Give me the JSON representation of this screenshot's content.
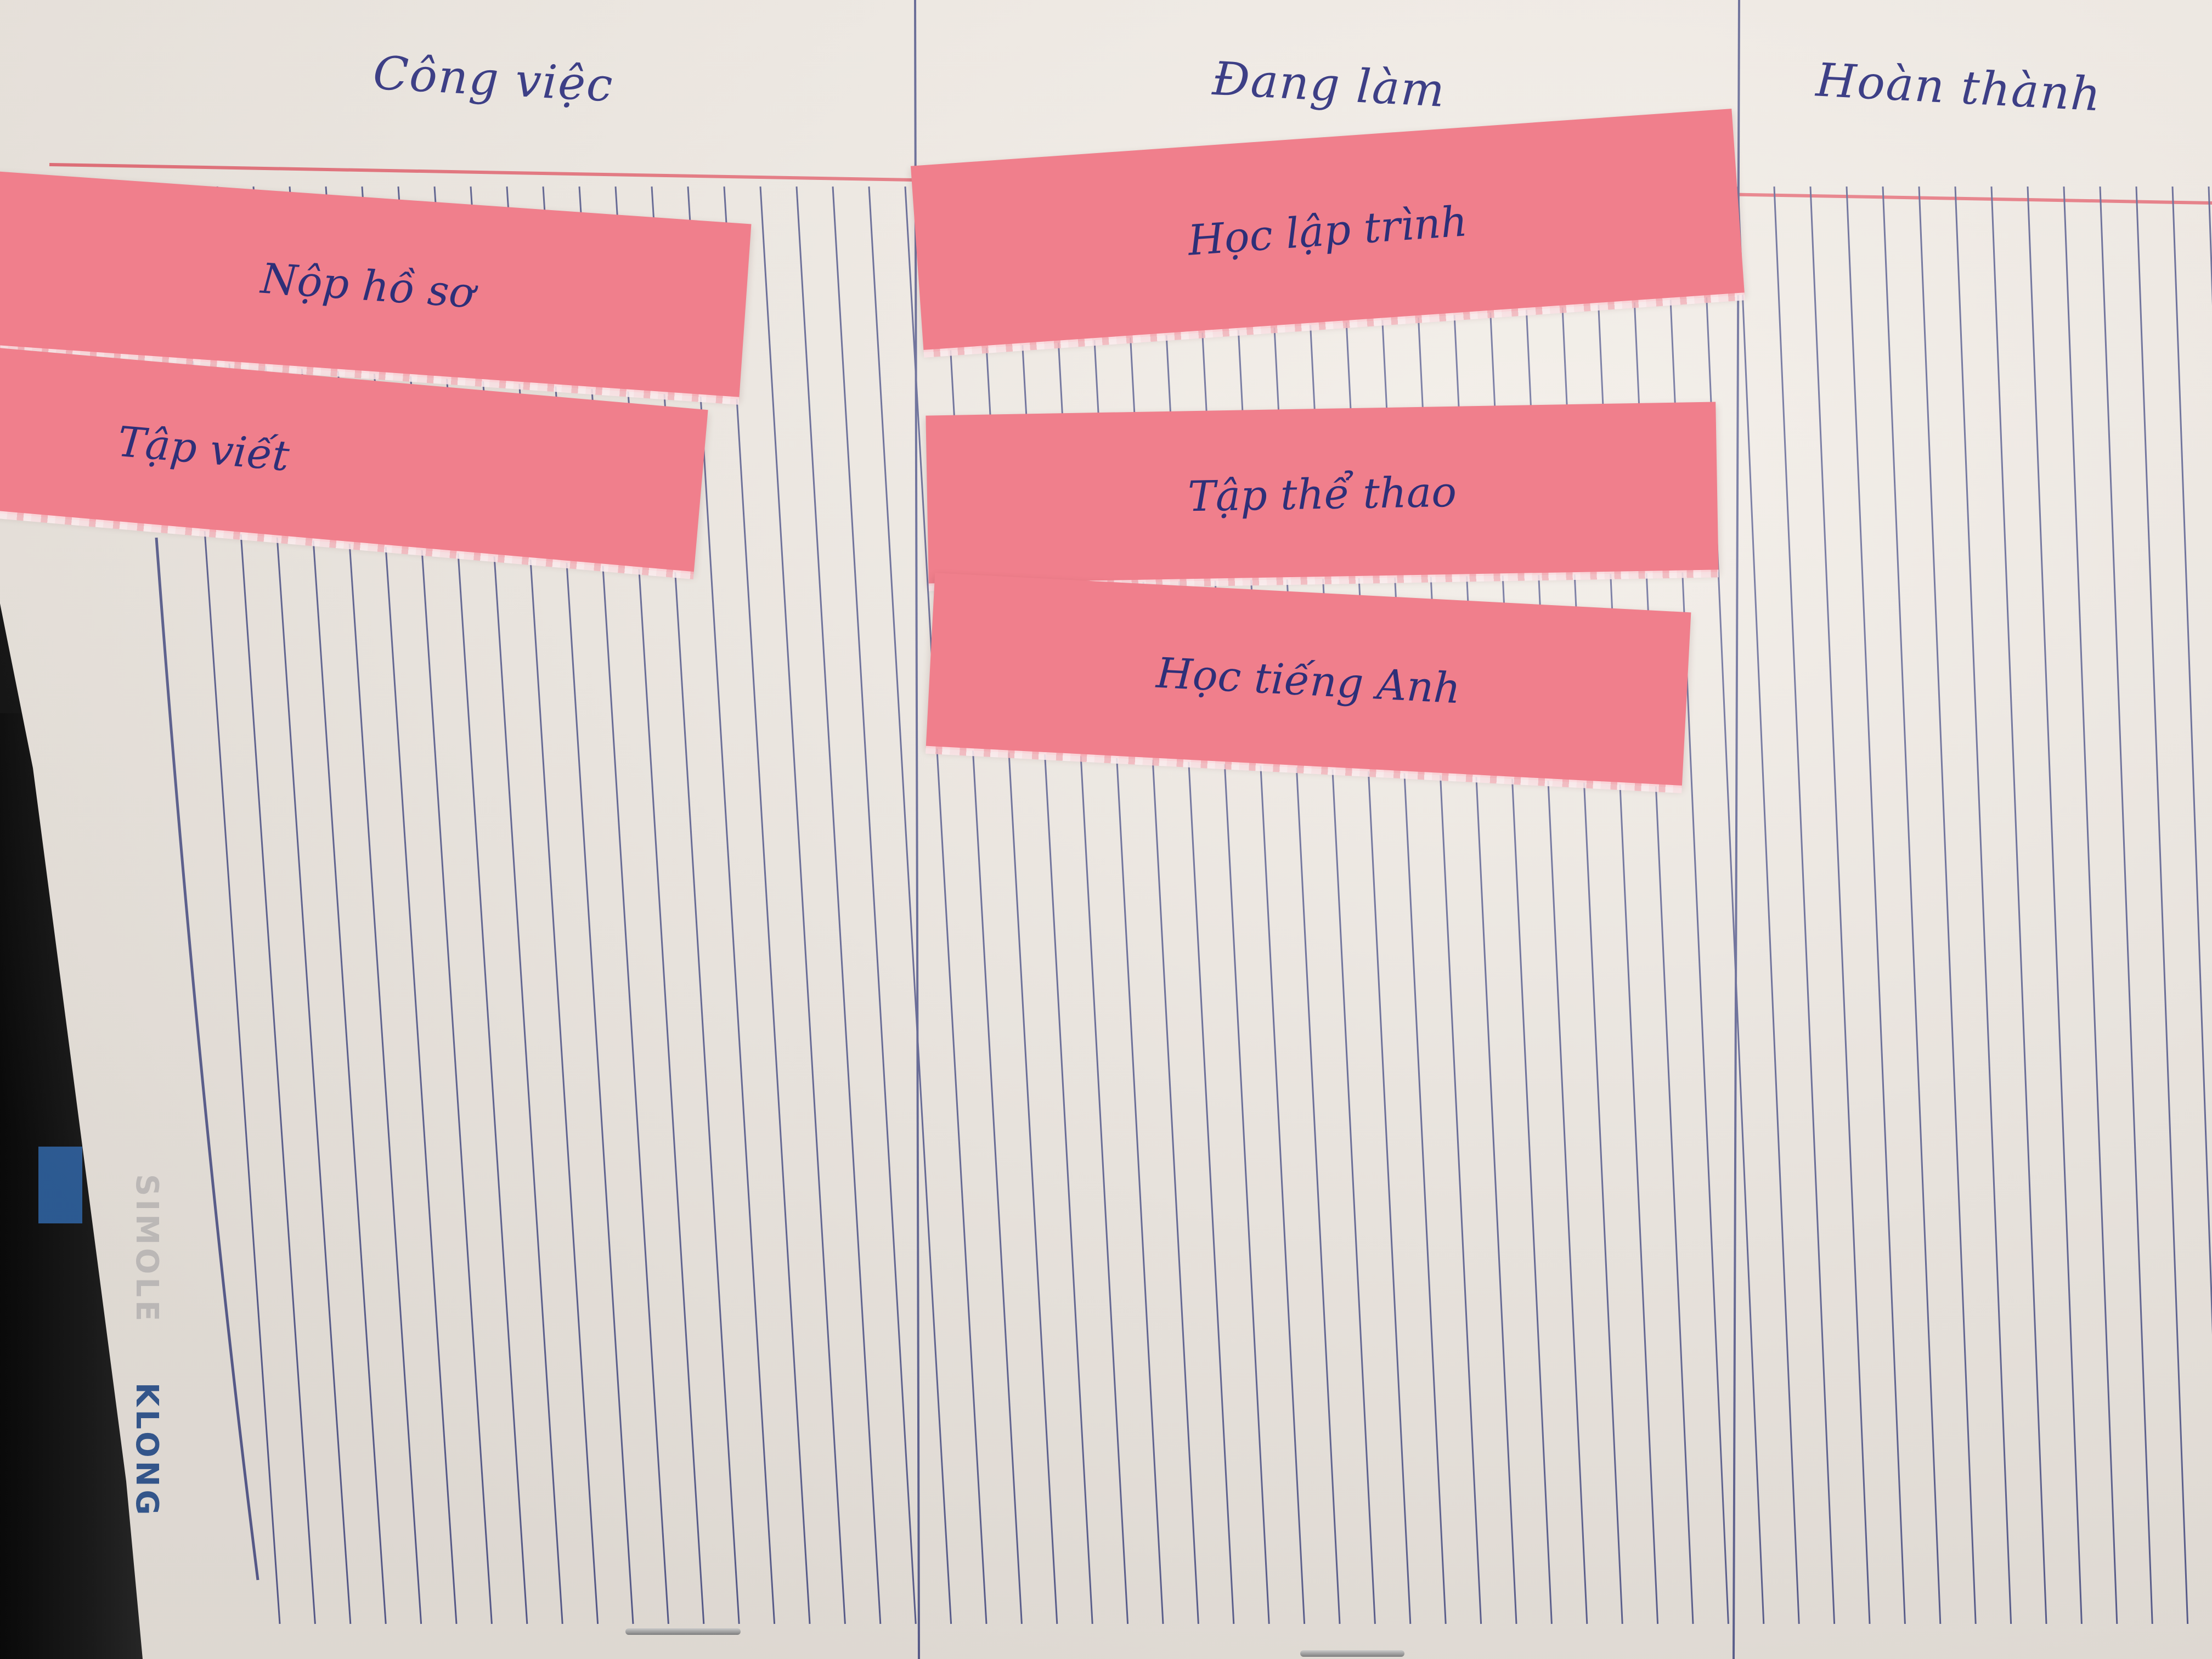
{
  "columns": {
    "todo": {
      "header": "Công việc"
    },
    "doing": {
      "header": "Đang làm"
    },
    "done": {
      "header": "Hoàn thành"
    }
  },
  "cards": {
    "todo": [
      "Nộp hồ sơ",
      "Tập viết"
    ],
    "doing": [
      "Học lập trình",
      "Tập thể thao",
      "Học tiếng Anh"
    ],
    "done": []
  },
  "notebook": {
    "brand": "KLONG"
  },
  "colors": {
    "paper": "#efe9e2",
    "rule_line": "#5a5e8f",
    "header_line": "#e8707a",
    "sticky_note": "#f07f8c",
    "ink": "#2e2f78"
  }
}
